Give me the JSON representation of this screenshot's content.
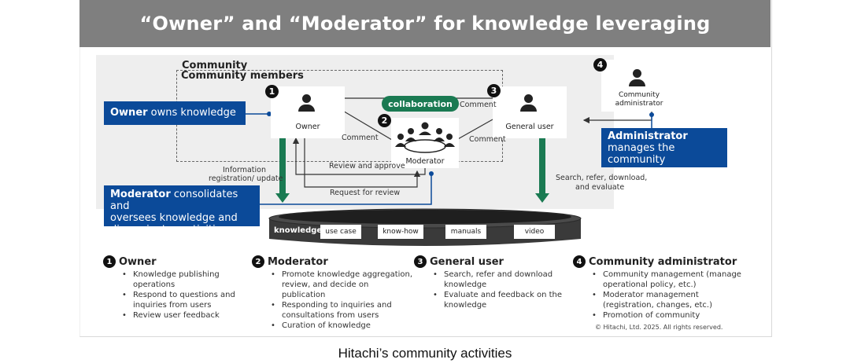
{
  "title": "“Owner” and “Moderator” for knowledge leveraging",
  "community_label": "Community",
  "members_label": "Community members",
  "roles": {
    "owner": "Owner",
    "general_user": "General user",
    "moderator": "Moderator",
    "administrator_line1": "Community",
    "administrator_line2": "administrator"
  },
  "numbers": [
    "1",
    "2",
    "3",
    "4"
  ],
  "collaboration": "collaboration",
  "labels": {
    "comment_top": "Comment",
    "comment_left": "Comment",
    "comment_right": "Comment",
    "review_approve": "Review and approve",
    "request_review": "Request for review",
    "info_reg_1": "Information",
    "info_reg_2": "registration/ update",
    "search_1": "Search, refer, download,",
    "search_2": "and evaluate"
  },
  "callouts": {
    "owner_bold": "Owner",
    "owner_rest": " owns knowledge",
    "moderator_bold": "Moderator",
    "moderator_rest_1": " consolidates and",
    "moderator_rest_2": "oversees knowledge and",
    "moderator_rest_3": "disseminates activities",
    "admin_bold": "Administrator",
    "admin_rest_1": "manages the",
    "admin_rest_2": "community"
  },
  "knowledge": {
    "label": "knowledge",
    "items": [
      "use case",
      "know-how",
      "manuals",
      "video"
    ]
  },
  "legend": [
    {
      "num": "1",
      "title": "Owner",
      "items": [
        "Knowledge publishing operations",
        "Respond to questions and inquiries from users",
        "Review user feedback"
      ]
    },
    {
      "num": "2",
      "title": "Moderator",
      "items": [
        "Promote knowledge aggregation, review, and decide on publication",
        "Responding to inquiries and consultations from users",
        "Curation of knowledge"
      ]
    },
    {
      "num": "3",
      "title": "General user",
      "items": [
        "Search, refer and download knowledge",
        "Evaluate and feedback on the knowledge"
      ]
    },
    {
      "num": "4",
      "title": "Community administrator",
      "items": [
        "Community management (manage operational policy, etc.)",
        "Moderator management (registration, changes, etc.)",
        "Promotion of community"
      ]
    }
  ],
  "copyright": "© Hitachi, Ltd. 2025. All rights reserved.",
  "caption": "Hitachi’s community activities",
  "colors": {
    "blue": "#0b4a99",
    "green": "#1a7a52",
    "title_bar": "#7f7f7f"
  }
}
